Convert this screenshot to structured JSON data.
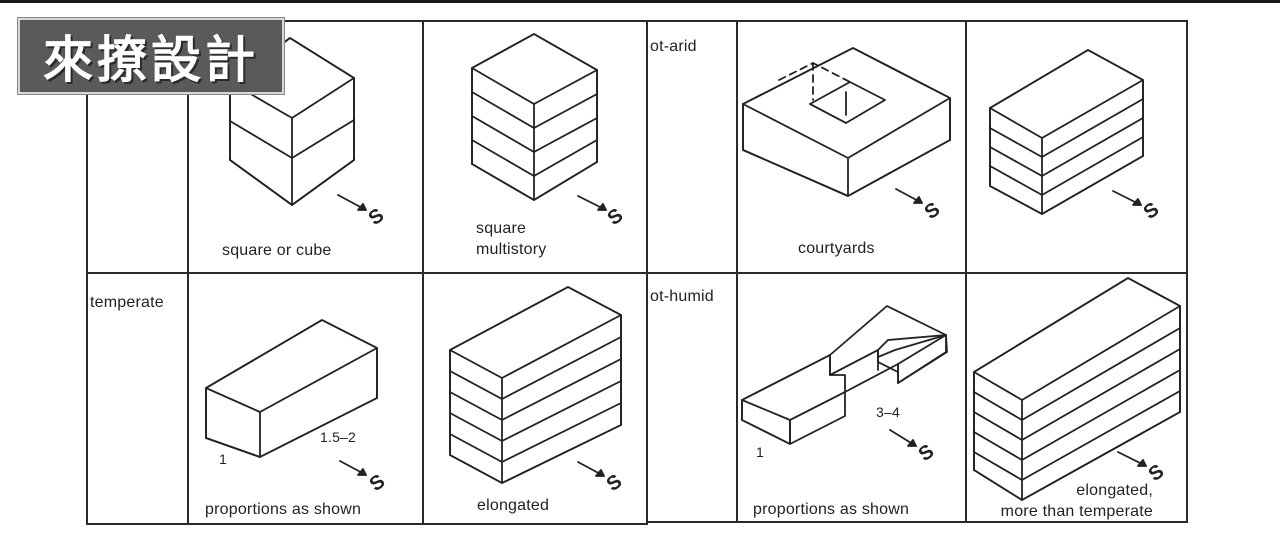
{
  "watermark": {
    "text": "來撩設計"
  },
  "left_table": {
    "row_labels": [
      "",
      "temperate"
    ],
    "captions": [
      "square or cube",
      "square\nmultistory",
      "proportions as shown",
      "elongated"
    ],
    "dimension_labels": {
      "long_side": "1.5–2",
      "short_side": "1"
    }
  },
  "right_table": {
    "row_labels": [
      "ot-arid",
      "ot-humid"
    ],
    "captions": [
      "courtyards",
      "",
      "proportions as shown",
      "elongated,\nmore than temperate"
    ],
    "dimension_labels": {
      "long_side": "3–4",
      "short_side": "1"
    }
  },
  "orientation_marker": "S"
}
